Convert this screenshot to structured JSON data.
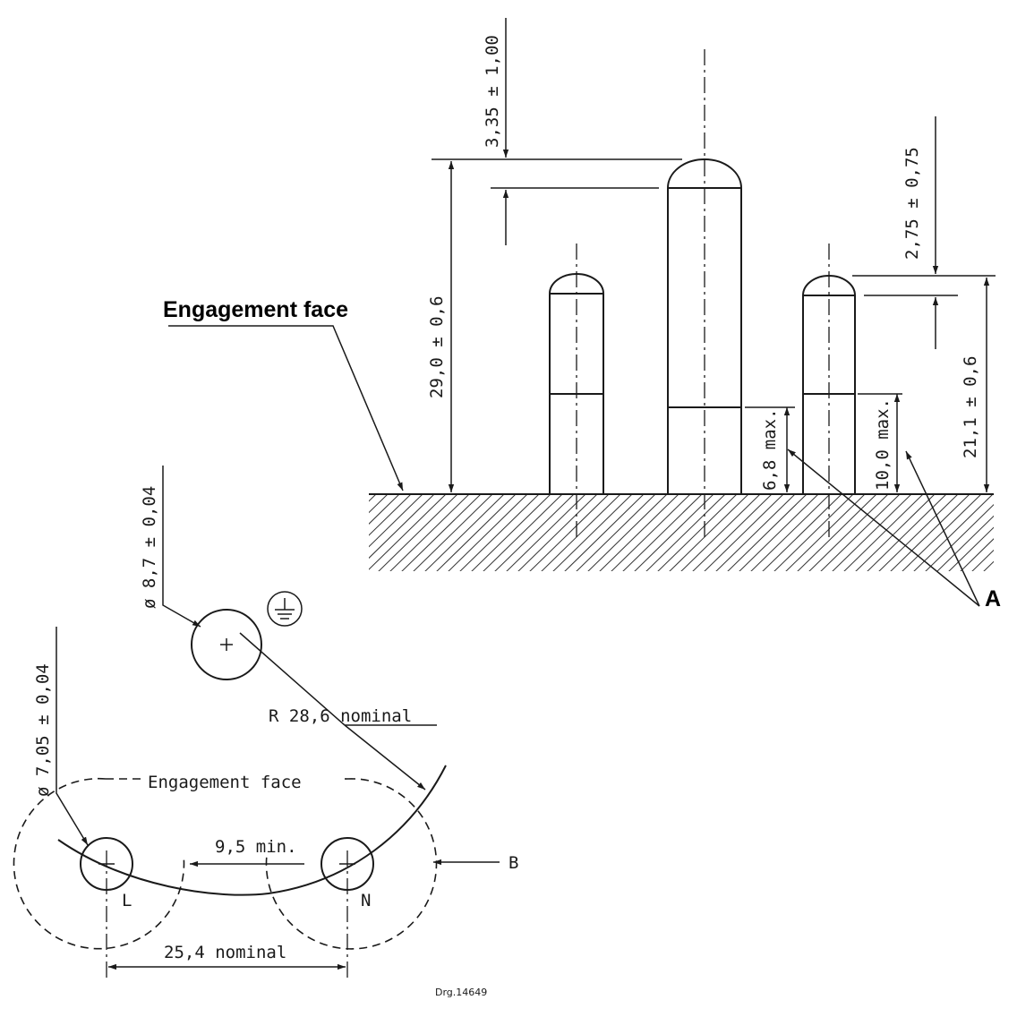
{
  "labels": {
    "engagement_face_bold": "Engagement  face",
    "engagement_face_lower": "Engagement  face",
    "letter_a": "A",
    "letter_b": "B",
    "pin_l": "L",
    "pin_n": "N",
    "drawing_number": "Drg.14649"
  },
  "dimensions": {
    "earth_pin_height": "29,0 ± 0,6",
    "earth_pin_tip": "3,35 ± 1,00",
    "line_pin_height": "21,1 ± 0,6",
    "line_pin_tip": "2,75 ± 0,75",
    "sleeve_small": "6,8  max.",
    "sleeve_large": "10,0  max.",
    "earth_diameter": "ø 8,7 ± 0,04",
    "pin_diameter": "ø 7,05 ± 0,04",
    "radius": "R  28,6  nominal",
    "min_gap": "9,5  min.",
    "pin_spacing": "25,4  nominal"
  },
  "icons": {
    "earth_symbol": "earth-ground-icon"
  }
}
